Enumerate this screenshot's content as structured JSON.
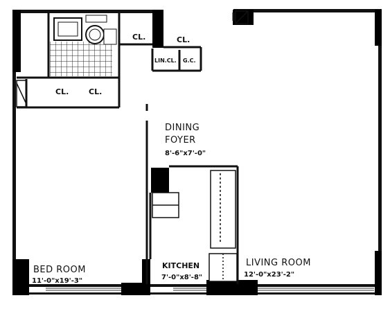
{
  "plan": {
    "rooms": {
      "bedroom": {
        "name": "BED ROOM",
        "dims": "11'-0\"x19'-3\""
      },
      "dining_foyer": {
        "name_line1": "DINING",
        "name_line2": "FOYER",
        "dims": "8'-6\"x7'-0\""
      },
      "kitchen": {
        "name": "KITCHEN",
        "dims": "7'-0\"x8'-8\""
      },
      "living_room": {
        "name": "LIVING ROOM",
        "dims": "12'-0\"x23'-2\""
      }
    },
    "closets": {
      "cl_top_left": "CL.",
      "cl_top_right": "CL.",
      "lin_cl": "LIN.CL.",
      "gc": "G.C.",
      "cl_bath_left": "CL.",
      "cl_bath_right": "CL."
    }
  }
}
